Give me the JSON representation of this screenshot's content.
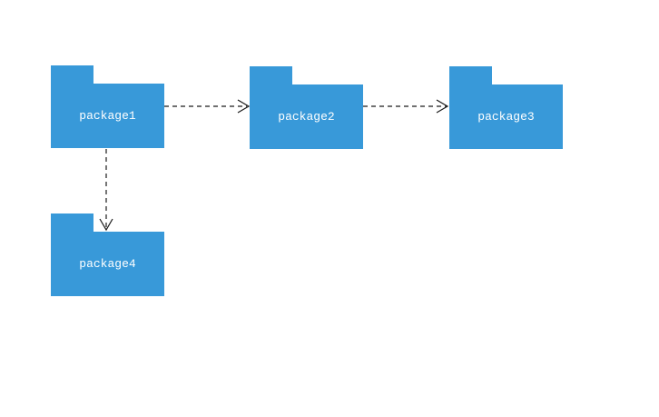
{
  "diagram": {
    "type": "uml-package-dependency-diagram",
    "colors": {
      "background": "#ffffff",
      "node_fill": "#3899d9",
      "node_text": "#ffffff",
      "connector": "#1a1a1a"
    },
    "nodes": [
      {
        "id": "package1",
        "label": "package1"
      },
      {
        "id": "package2",
        "label": "package2"
      },
      {
        "id": "package3",
        "label": "package3"
      },
      {
        "id": "package4",
        "label": "package4"
      }
    ],
    "edges": [
      {
        "from": "package1",
        "to": "package2",
        "line": "dashed",
        "arrowhead": "open"
      },
      {
        "from": "package2",
        "to": "package3",
        "line": "dashed",
        "arrowhead": "open"
      },
      {
        "from": "package1",
        "to": "package4",
        "line": "dashed",
        "arrowhead": "open"
      }
    ]
  }
}
